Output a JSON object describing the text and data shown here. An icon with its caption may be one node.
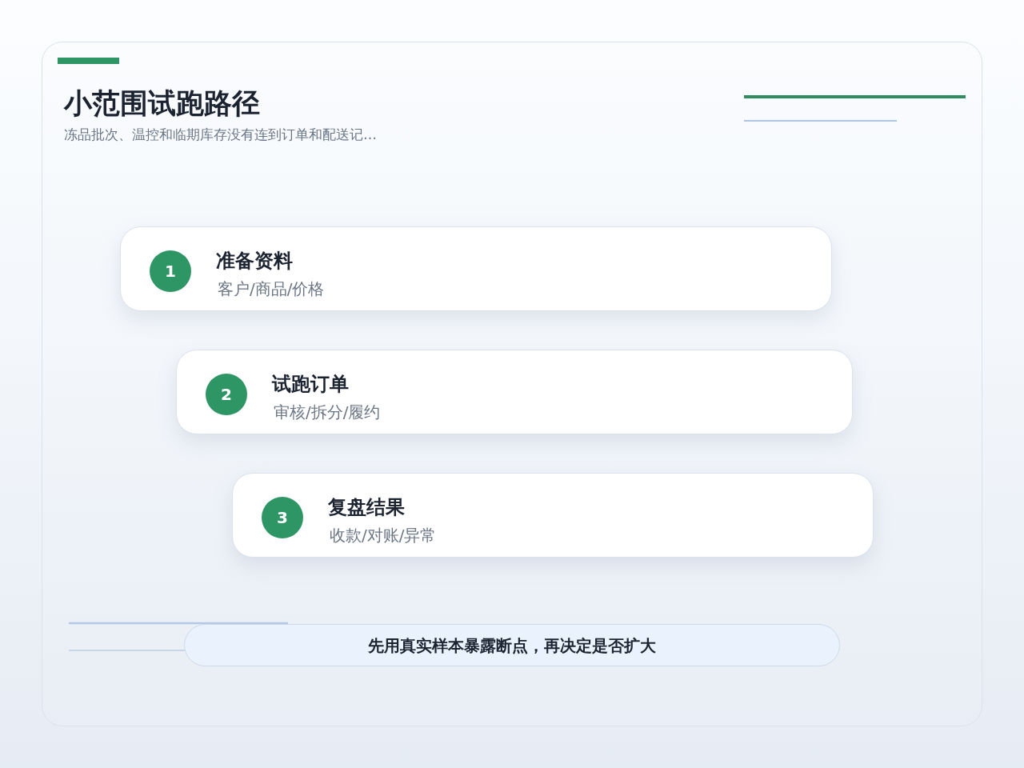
{
  "diagram": {
    "title": "小范围试跑路径",
    "nodes": [
      {
        "text": [
          "准备资料",
          "客户/商品/价格"
        ]
      },
      {
        "text": [
          "1"
        ],
        "in": 0
      },
      {
        "text": [
          "试跑订单",
          "审核/拆分/履约"
        ]
      },
      {
        "text": [
          "2"
        ],
        "in": 2
      },
      {
        "text": [
          "复盘结果",
          "收款/对账/异常"
        ]
      },
      {
        "text": [
          "3"
        ],
        "in": 4
      },
      {
        "text": [
          "先用真实样本暴露断点，再决定是否扩大"
        ]
      }
    ],
    "labels": [
      "冻品批次、温控和临期库存没有连到订单和配送记…"
    ]
  }
}
